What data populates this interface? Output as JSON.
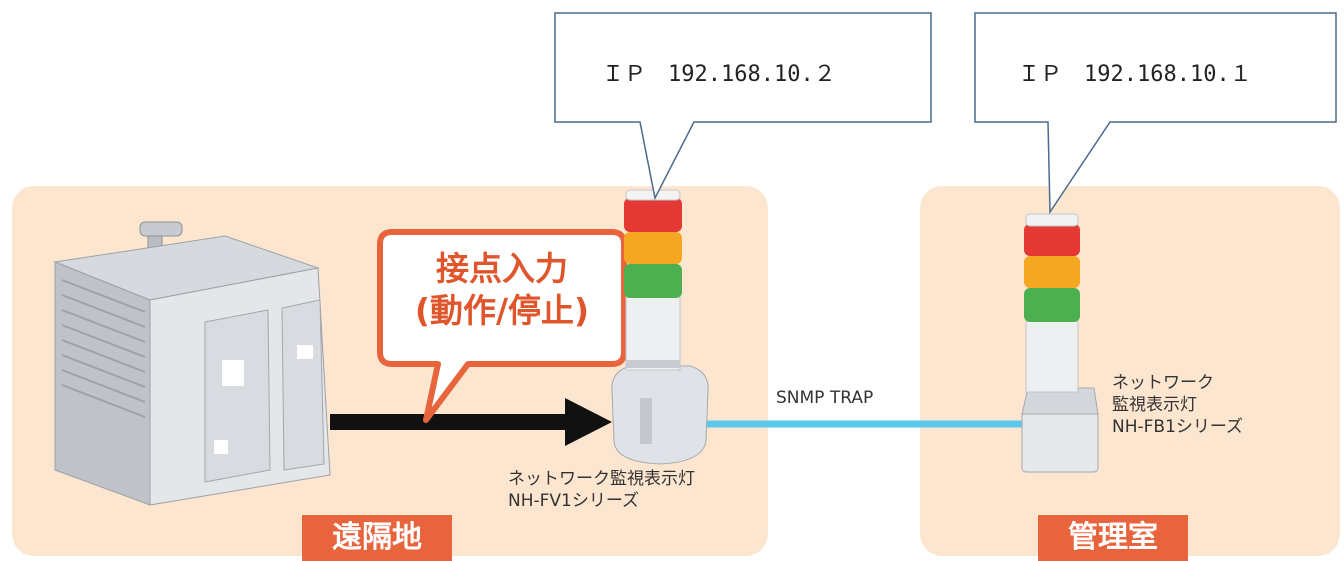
{
  "ip_callouts": [
    {
      "text": "ＩＰ　192.168.10.２"
    },
    {
      "text": "ＩＰ　192.168.10.１"
    }
  ],
  "contact_input": {
    "line1": "接点入力",
    "line2": "(動作/停止)"
  },
  "link_label": "SNMP TRAP",
  "remote_light": {
    "line1": "ネットワーク監視表示灯",
    "line2": "NH-FV1シリーズ"
  },
  "mgmt_light": {
    "line1": "ネットワーク",
    "line2": "監視表示灯",
    "line3": "NH-FB1シリーズ"
  },
  "locations": {
    "remote": "遠隔地",
    "management": "管理室"
  },
  "colors": {
    "panel_bg": "#fde6cf",
    "accent_orange": "#e8643c",
    "link_blue": "#5bc8ec",
    "lamp_red": "#e53935",
    "lamp_yellow": "#f5a623",
    "lamp_green": "#4caf50"
  }
}
